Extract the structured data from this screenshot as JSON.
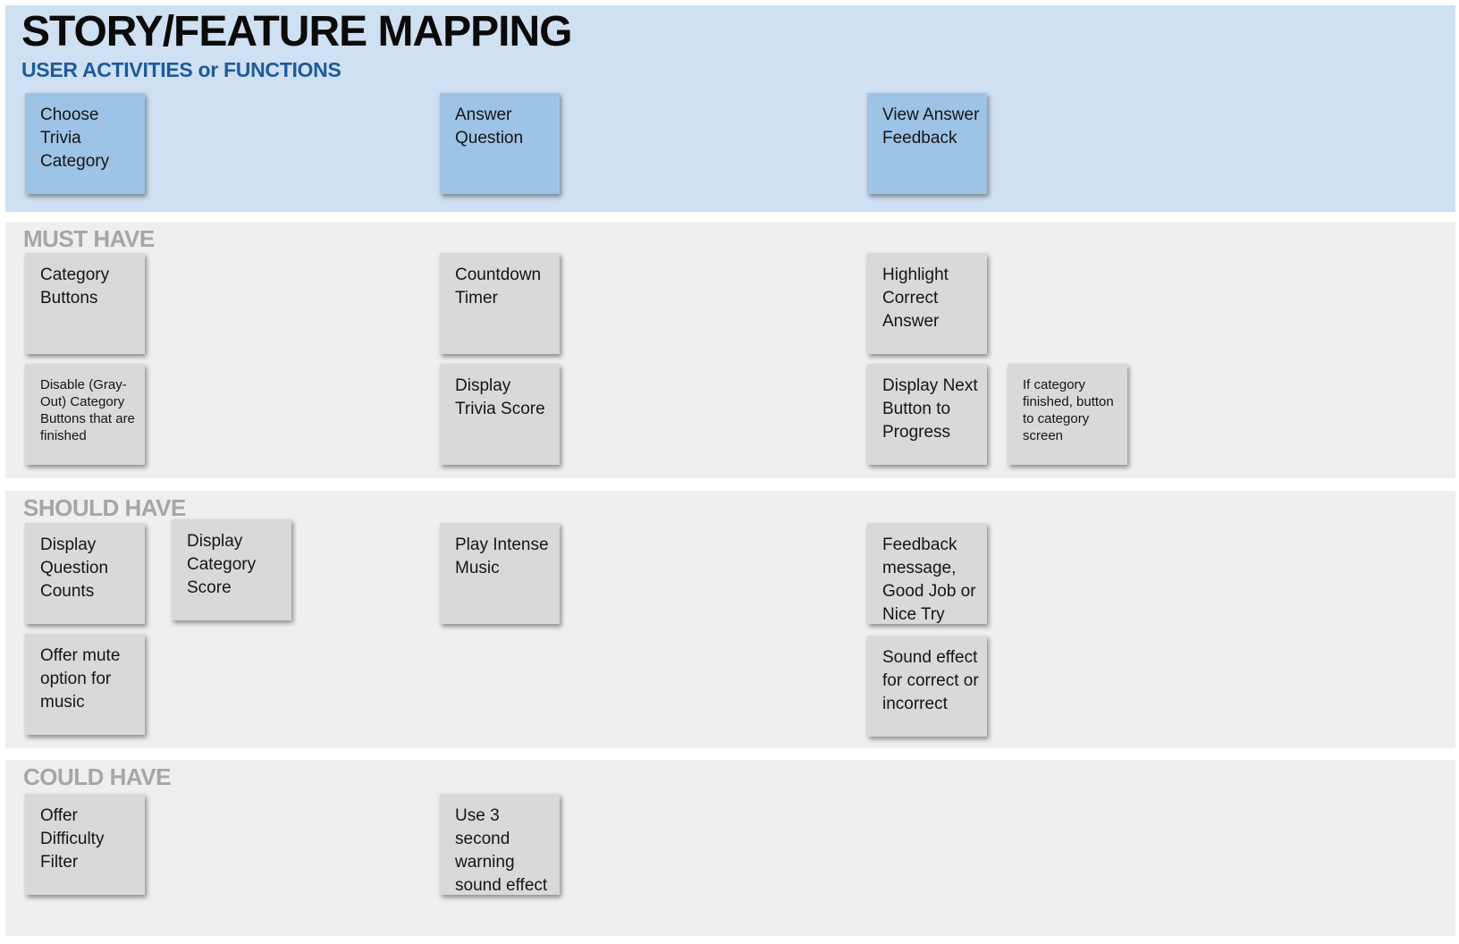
{
  "page": {
    "title": "STORY/FEATURE MAPPING",
    "subtitle": "USER ACTIVITIES or FUNCTIONS"
  },
  "activities": {
    "cards": [
      "Choose Trivia Category",
      "Answer Question",
      "View Answer Feedback"
    ]
  },
  "sections": {
    "must": {
      "title": "MUST HAVE",
      "cards": [
        "Category Buttons",
        "Countdown Timer",
        "Highlight Correct Answer",
        "Disable (Gray-Out) Category Buttons that are finished",
        "Display Trivia Score",
        "Display Next Button to Progress",
        "If category finished, button to category screen"
      ]
    },
    "should": {
      "title": "SHOULD HAVE",
      "cards": [
        "Display Question Counts",
        "Display Category Score",
        "Play Intense Music",
        "Feedback message, Good Job or Nice Try",
        "Offer mute option for music",
        "Sound effect for correct or incorrect"
      ]
    },
    "could": {
      "title": "COULD HAVE",
      "cards": [
        "Offer Difficulty Filter",
        "Use 3 second warning sound effect"
      ]
    }
  },
  "colors": {
    "header_bg": "#cfe0f2",
    "activity_card": "#9dc3e6",
    "section_bg": "#efefef",
    "feature_card": "#d9d9d9",
    "subtitle_text": "#1f5b99",
    "section_title_text": "#a6a6a6"
  }
}
